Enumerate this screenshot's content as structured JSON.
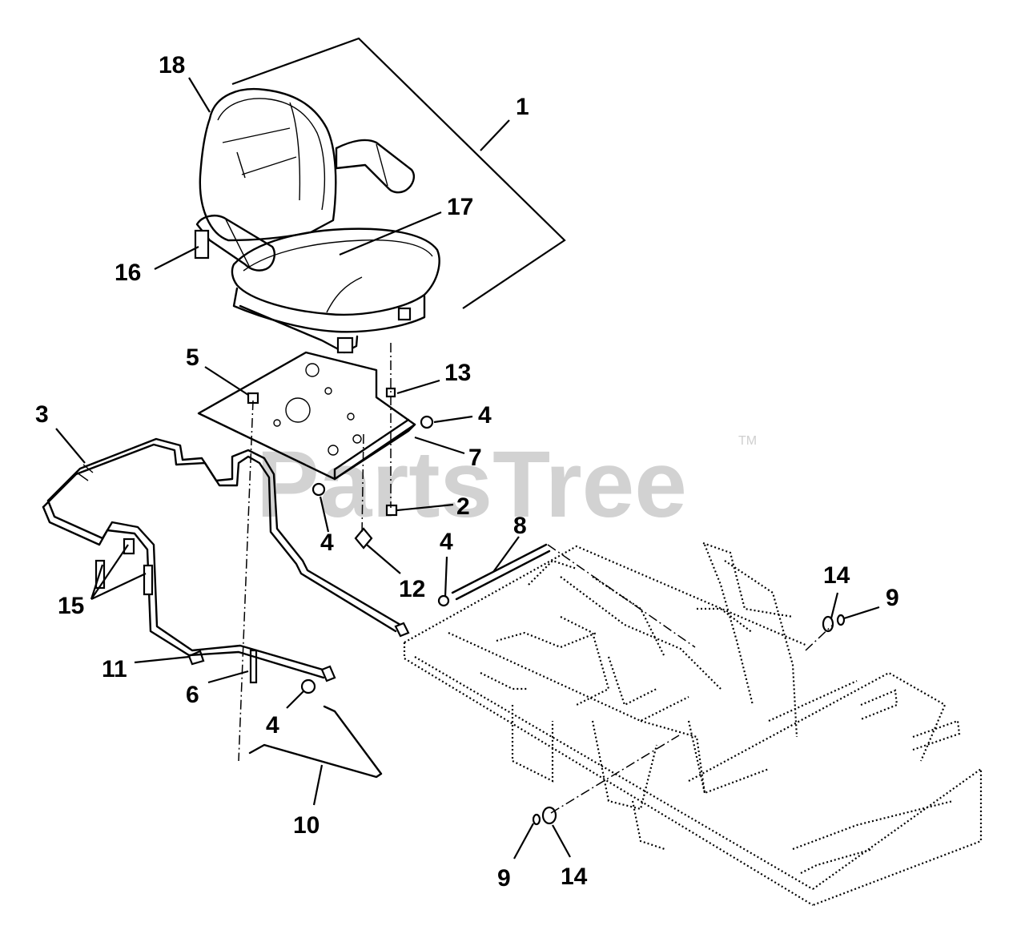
{
  "watermark": {
    "text": "PartsTree",
    "trademark": "TM"
  },
  "callouts": [
    {
      "id": "1",
      "text": "1"
    },
    {
      "id": "2",
      "text": "2"
    },
    {
      "id": "3",
      "text": "3"
    },
    {
      "id": "4a",
      "text": "4"
    },
    {
      "id": "4b",
      "text": "4"
    },
    {
      "id": "4c",
      "text": "4"
    },
    {
      "id": "4d",
      "text": "4"
    },
    {
      "id": "5",
      "text": "5"
    },
    {
      "id": "6",
      "text": "6"
    },
    {
      "id": "7",
      "text": "7"
    },
    {
      "id": "8",
      "text": "8"
    },
    {
      "id": "9a",
      "text": "9"
    },
    {
      "id": "9b",
      "text": "9"
    },
    {
      "id": "10",
      "text": "10"
    },
    {
      "id": "11",
      "text": "11"
    },
    {
      "id": "12",
      "text": "12"
    },
    {
      "id": "13",
      "text": "13"
    },
    {
      "id": "14a",
      "text": "14"
    },
    {
      "id": "14b",
      "text": "14"
    },
    {
      "id": "15",
      "text": "15"
    },
    {
      "id": "16",
      "text": "16"
    },
    {
      "id": "17",
      "text": "17"
    },
    {
      "id": "18",
      "text": "18"
    }
  ]
}
